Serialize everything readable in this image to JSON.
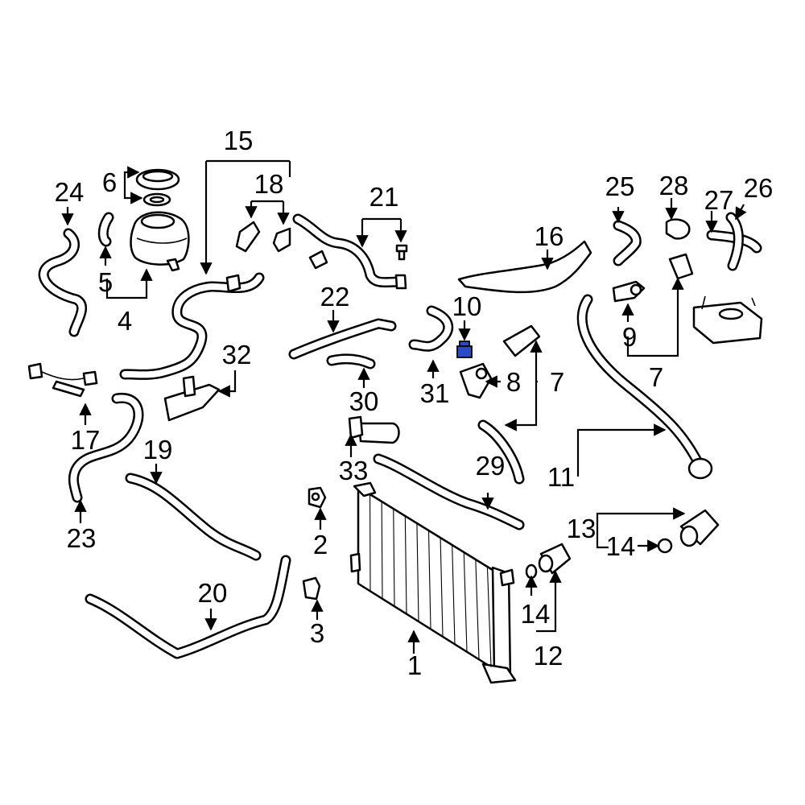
{
  "diagram": {
    "callouts": [
      "1",
      "2",
      "3",
      "4",
      "5",
      "6",
      "7",
      "7",
      "8",
      "9",
      "10",
      "11",
      "12",
      "13",
      "14",
      "14",
      "15",
      "16",
      "17",
      "18",
      "19",
      "20",
      "21",
      "22",
      "23",
      "24",
      "25",
      "26",
      "27",
      "28",
      "29",
      "30",
      "31",
      "32",
      "33"
    ],
    "highlight_color": "#2b49c9",
    "highlighted_part": "10",
    "line_color": "#000000",
    "background": "#ffffff"
  }
}
